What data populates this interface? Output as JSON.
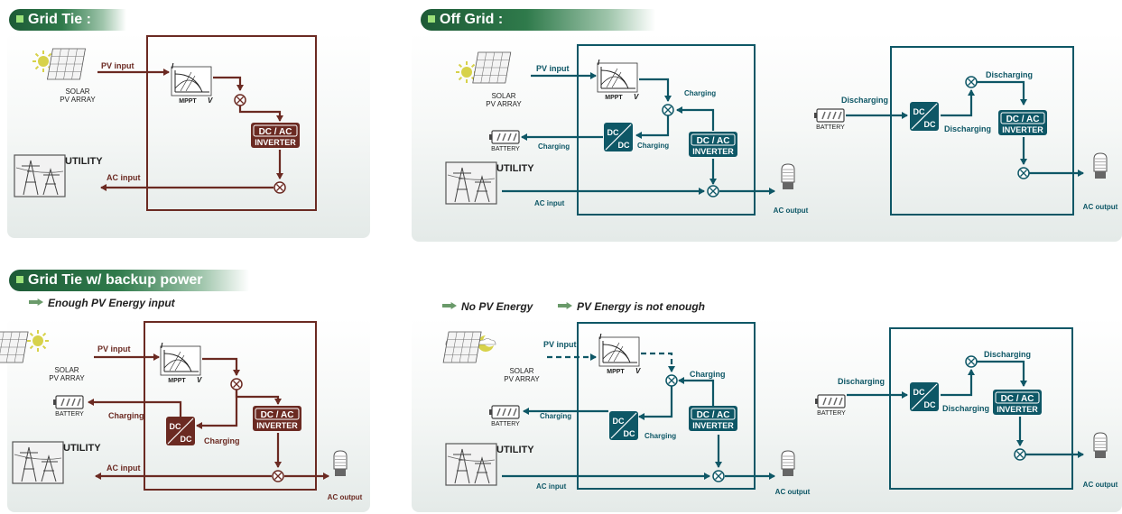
{
  "sections": {
    "grid_tie": "Grid Tie :",
    "off_grid": "Off Grid :",
    "backup": "Grid Tie w/ backup power"
  },
  "legend": {
    "enough": "Enough PV Energy input",
    "no_pv": "No PV Energy",
    "not_enough": "PV Energy is not enough"
  },
  "labels": {
    "solar": "SOLAR",
    "pv_array": "PV ARRAY",
    "pv_input": "PV input",
    "mppt": "MPPT",
    "i": "I",
    "v": "V",
    "dc_ac": "DC / AC",
    "inverter": "INVERTER",
    "dc": "DC",
    "utility": "UTILITY",
    "ac_input": "AC input",
    "ac_output": "AC output",
    "battery": "BATTERY",
    "charging": "Charging",
    "discharging": "Discharging"
  },
  "colors": {
    "grid_tie": "#6b2a22",
    "off_grid": "#0e5766",
    "header": "#2f7a4b"
  }
}
